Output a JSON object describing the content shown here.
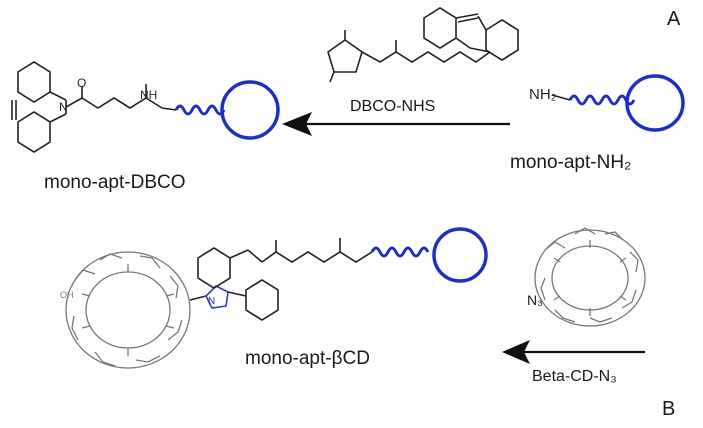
{
  "panels": {
    "a": "A",
    "b": "B"
  },
  "labels": {
    "mono_apt_nh2": "mono-apt-NH₂",
    "mono_apt_dbco": "mono-apt-DBCO",
    "dbco_nhs": "DBCO-NHS",
    "mono_apt_bcd": "mono-apt-βCD",
    "beta_cd_n3": "Beta-CD-N₃"
  },
  "atoms": {
    "nh2": "NH₂",
    "nh": "NH",
    "n_amide": "N",
    "o": "O",
    "n3": "N₃",
    "triazole_n": "N",
    "oh": "OH"
  },
  "colors": {
    "aptamer": "#1f2fbf",
    "structure": "#222222",
    "cd": "#777777"
  }
}
